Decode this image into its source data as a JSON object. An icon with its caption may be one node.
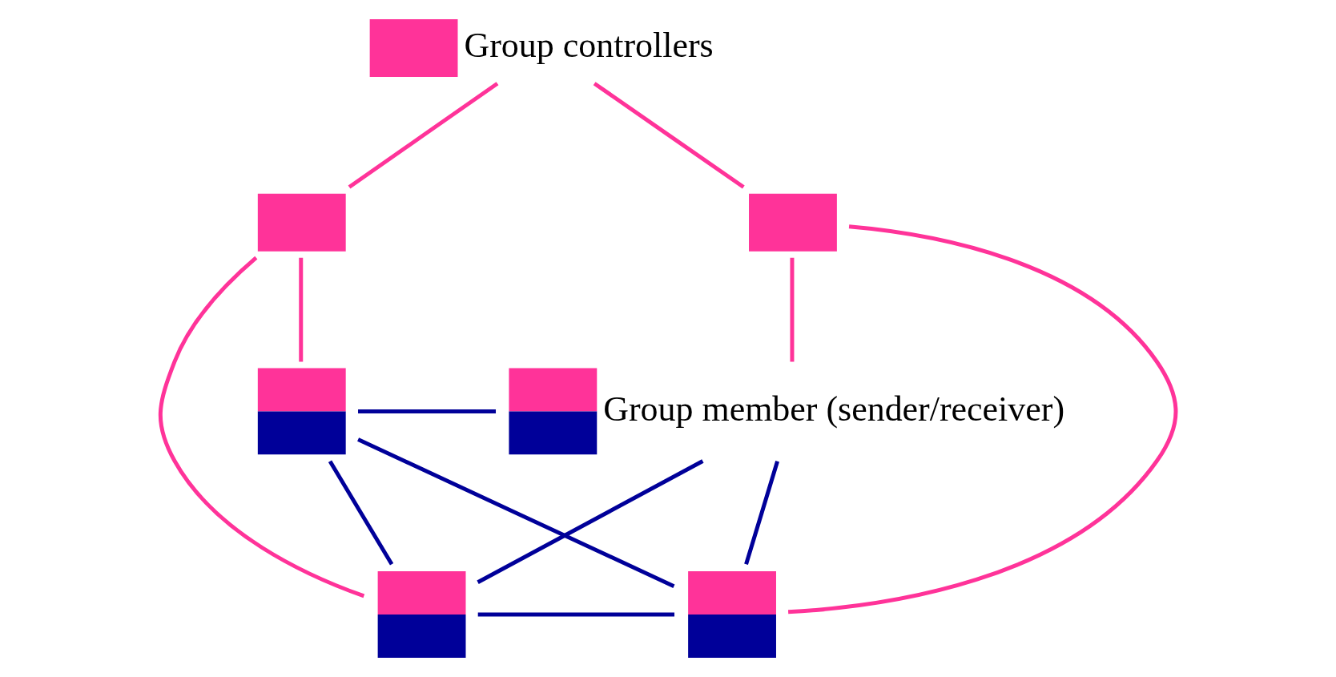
{
  "diagram": {
    "nodes": [
      {
        "text": [],
        "shape": "box",
        "beside": [
          "Group controllers"
        ]
      },
      {
        "text": [],
        "shape": "box"
      },
      {
        "text": [],
        "shape": "box"
      },
      {
        "text": [],
        "shape": "box"
      },
      {
        "text": [],
        "shape": "box",
        "beside": [
          "Group member (sender/receiver)"
        ]
      },
      {
        "text": [],
        "shape": "box"
      },
      {
        "text": [],
        "shape": "box"
      }
    ],
    "edges": [
      {
        "from": 0,
        "to": 1,
        "arrow": "none",
        "color": "#ff3399"
      },
      {
        "from": 0,
        "to": 2,
        "arrow": "none",
        "color": "#ff3399"
      },
      {
        "from": 1,
        "to": 3,
        "arrow": "none",
        "color": "#ff3399"
      },
      {
        "from": 1,
        "to": 5,
        "arrow": "none",
        "color": "#ff3399"
      },
      {
        "from": 2,
        "to": 4,
        "arrow": "none",
        "color": "#ff3399"
      },
      {
        "from": 2,
        "to": 6,
        "arrow": "none",
        "color": "#ff3399"
      },
      {
        "from": 3,
        "to": 4,
        "arrow": "none",
        "color": "#000099"
      },
      {
        "from": 3,
        "to": 6,
        "arrow": "none",
        "color": "#000099"
      },
      {
        "from": 3,
        "to": 5,
        "arrow": "none",
        "color": "#000099"
      },
      {
        "from": 4,
        "to": 5,
        "arrow": "none",
        "color": "#000099"
      },
      {
        "from": 4,
        "to": 6,
        "arrow": "none",
        "color": "#000099"
      },
      {
        "from": 5,
        "to": 6,
        "arrow": "none",
        "color": "#000099"
      }
    ]
  }
}
